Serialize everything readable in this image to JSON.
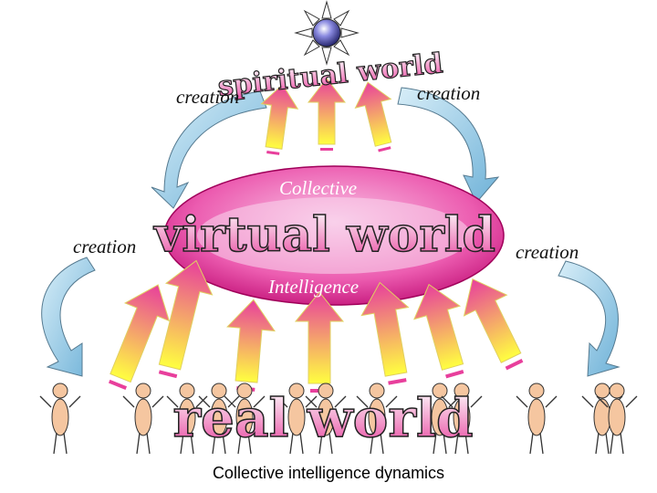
{
  "diagram": {
    "top_title": "spiritual world",
    "ring_title": "virtual world",
    "bottom_title": "real world",
    "ring_top_label": "Collective",
    "ring_bottom_label": "Intelligence",
    "caption": "Collective intelligence dynamics",
    "creation_labels": [
      "creation",
      "creation",
      "creation",
      "creation"
    ],
    "colors": {
      "ring": "#e0208a",
      "ring_light": "#f6a8d8",
      "arrow_top": "#e83f9c",
      "arrow_bottom": "#ffff40",
      "curved_arrow": "#8cc8e8",
      "sun": "#7a7ad6",
      "person_body": "#f5c6a0",
      "title_fill": "#e848a0"
    },
    "icons": [
      "sun-icon",
      "person-icon",
      "curved-arrow-icon",
      "up-arrow-icon"
    ]
  }
}
